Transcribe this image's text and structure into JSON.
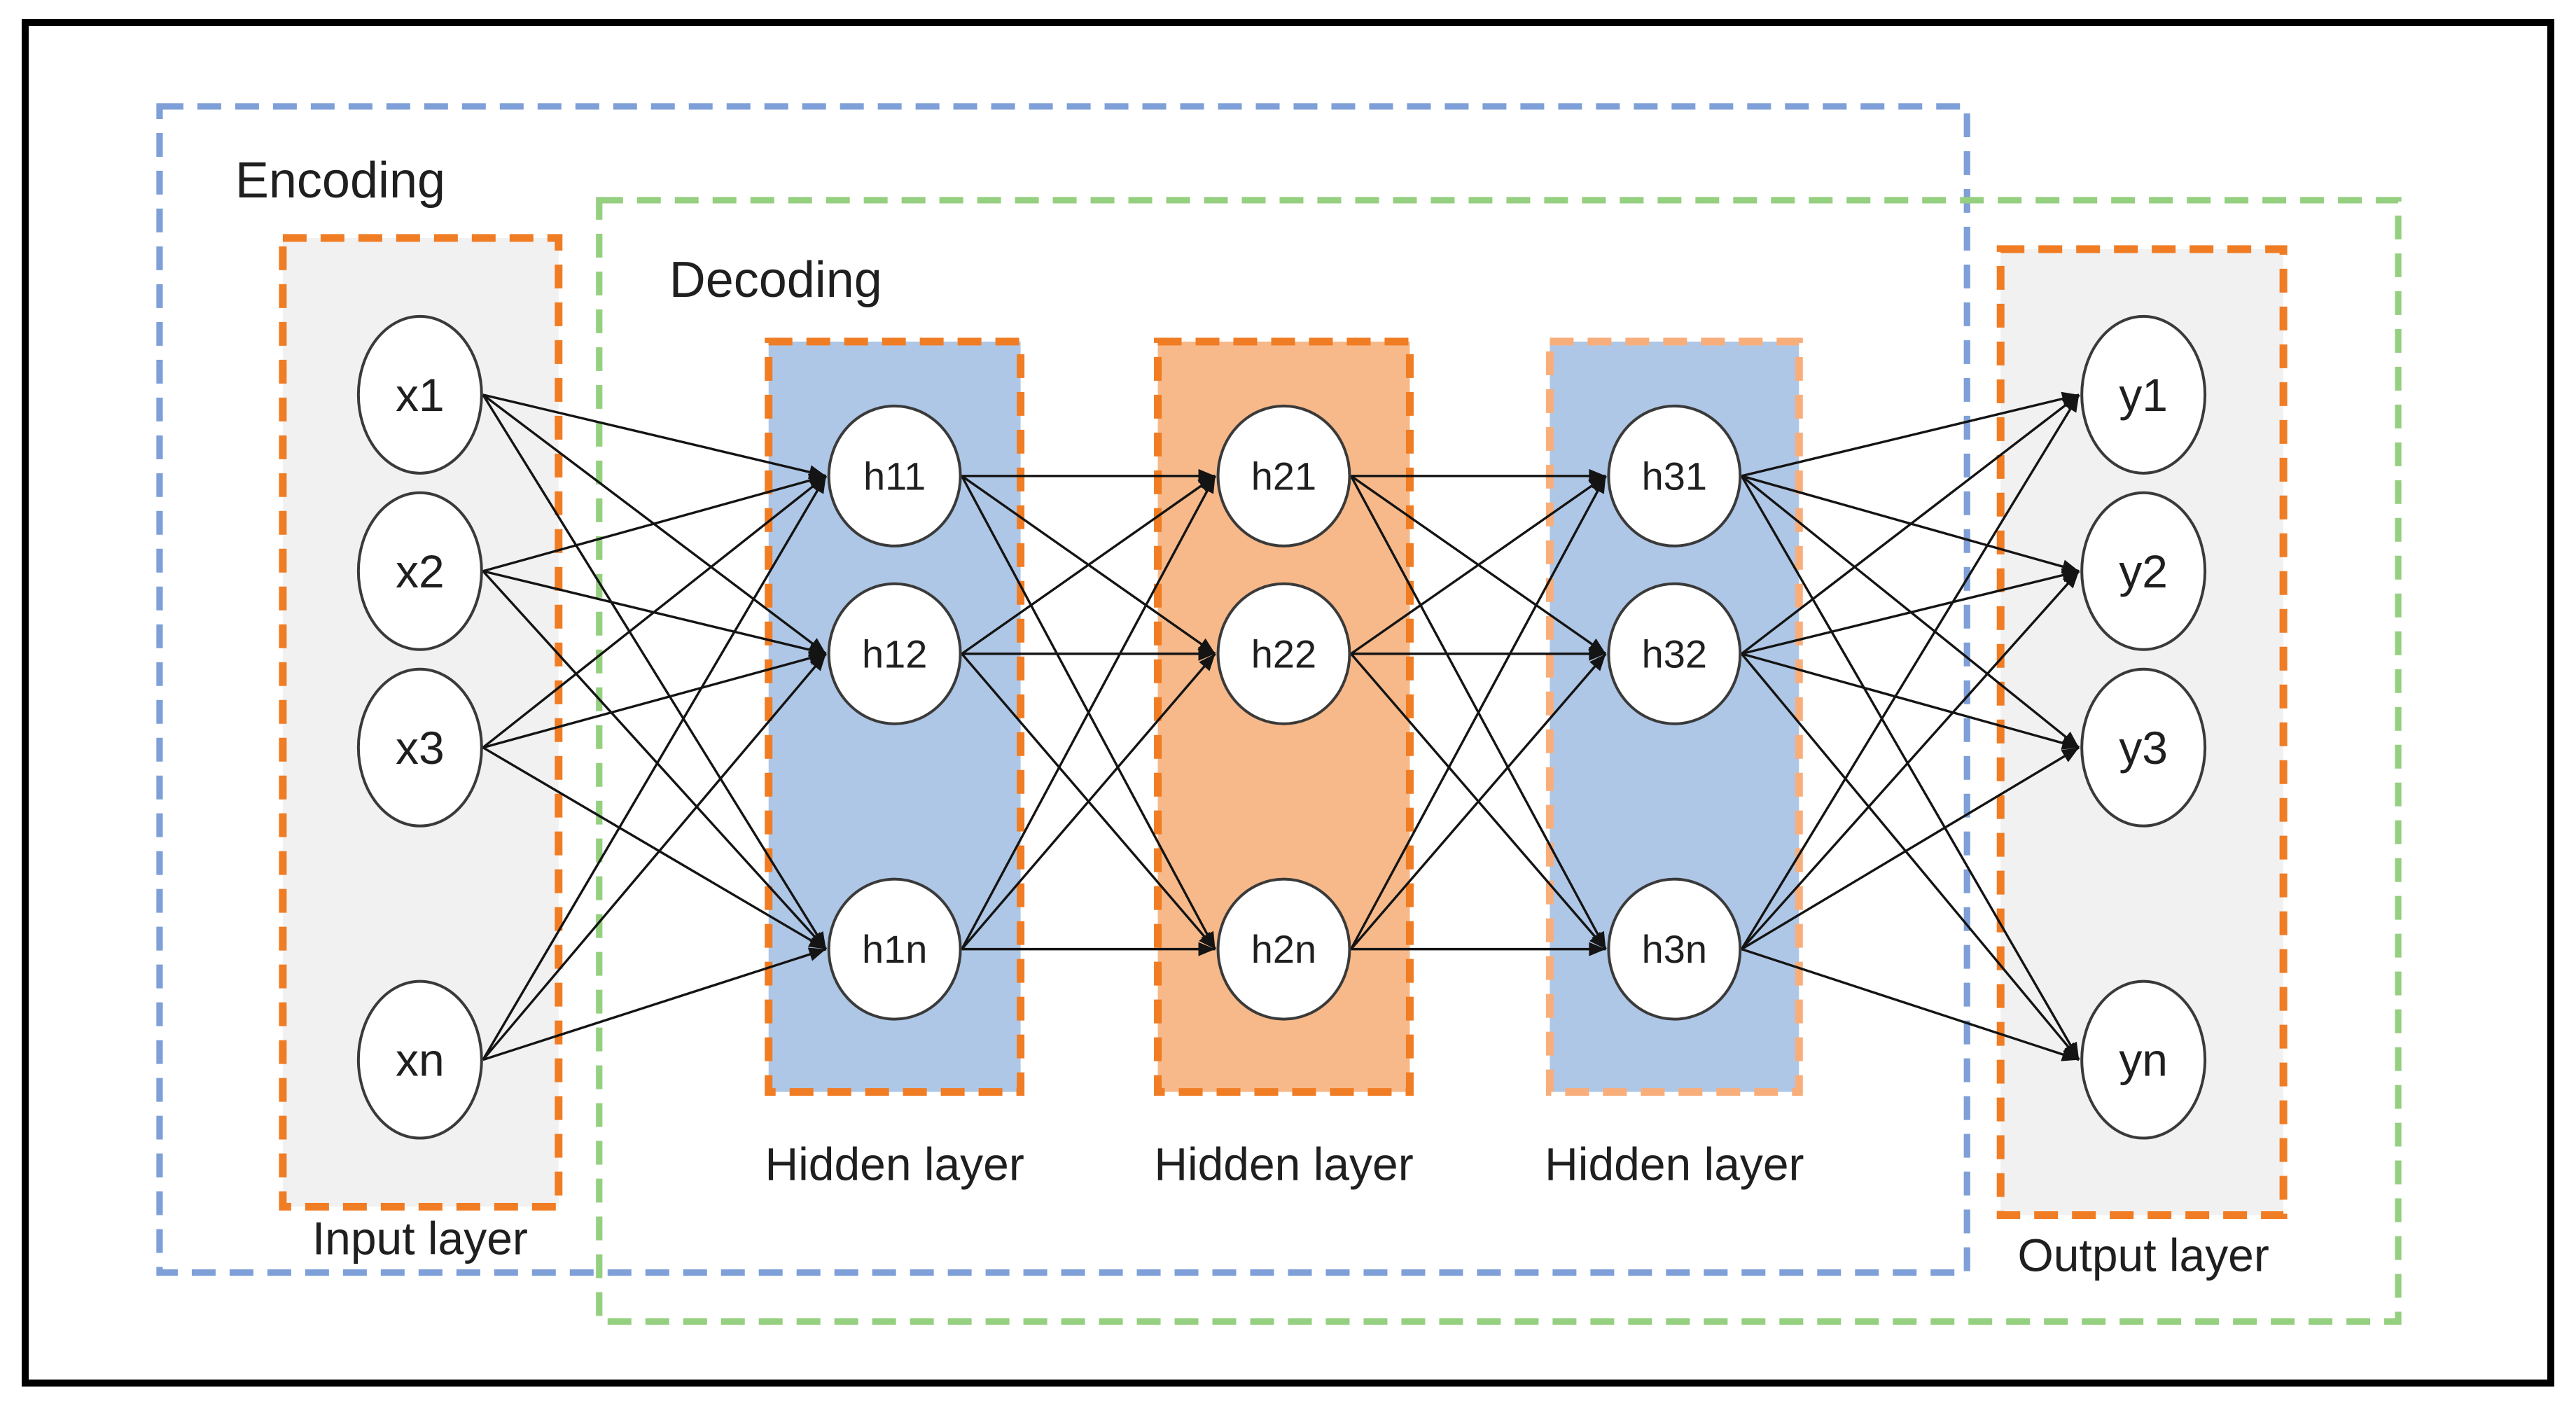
{
  "diagram": {
    "regions": [
      {
        "id": "encoding",
        "label": "Encoding"
      },
      {
        "id": "decoding",
        "label": "Decoding"
      }
    ],
    "layers": [
      {
        "id": "input",
        "caption": "Input layer",
        "nodes": [
          "x1",
          "x2",
          "x3",
          "xn"
        ],
        "fill": "gray_fill",
        "border": "orange_dash"
      },
      {
        "id": "hidden1",
        "caption": "Hidden layer",
        "nodes": [
          "h11",
          "h12",
          "h1n"
        ],
        "fill": "blue_fill",
        "border": "orange_dash"
      },
      {
        "id": "hidden2",
        "caption": "Hidden layer",
        "nodes": [
          "h21",
          "h22",
          "h2n"
        ],
        "fill": "orange_fill",
        "border": "orange_dash"
      },
      {
        "id": "hidden3",
        "caption": "Hidden layer",
        "nodes": [
          "h31",
          "h32",
          "h3n"
        ],
        "fill": "blue_fill",
        "border": "orange_dash_light"
      },
      {
        "id": "output",
        "caption": "Output layer",
        "nodes": [
          "y1",
          "y2",
          "y3",
          "yn"
        ],
        "fill": "gray_fill",
        "border": "orange_dash"
      }
    ],
    "connectivity": "fully-connected between adjacent layers, arrows point toward output side"
  },
  "colors": {
    "background": "#FFFFFF",
    "outer_border": "#000000",
    "encoding_dash": "#7E9FD8",
    "decoding_dash": "#95CF80",
    "orange_dash": "#F07C24",
    "orange_dash_light": "#F8AE7B",
    "blue_fill": "#AFC7E6",
    "orange_fill": "#F7B98A",
    "gray_fill": "#F1F1F1",
    "node_fill": "#FFFFFF",
    "node_stroke": "#3A3A3A",
    "edge": "#141414",
    "text": "#1F1F1F"
  }
}
